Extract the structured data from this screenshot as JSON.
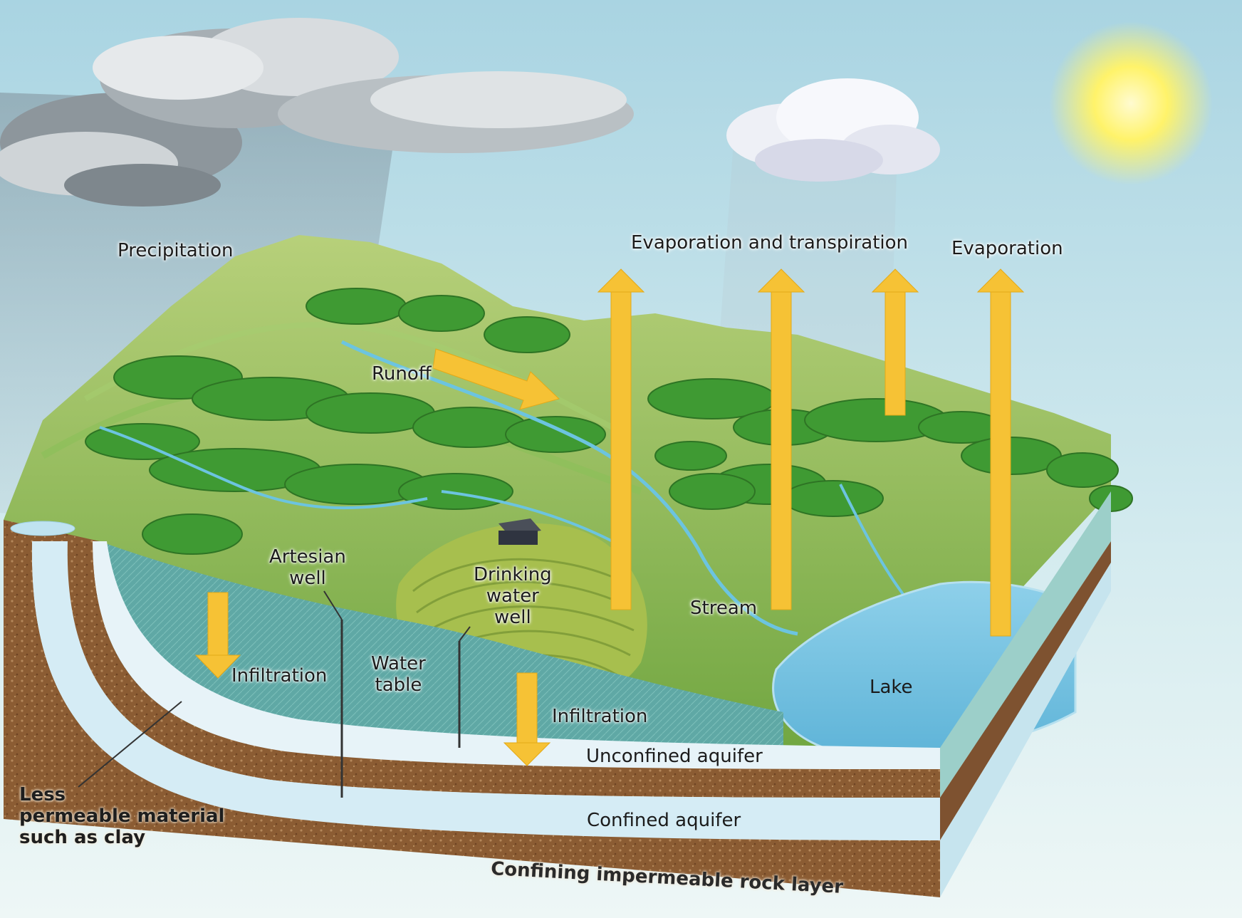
{
  "labels": {
    "precipitation": "Precipitation",
    "evap_transpiration": "Evaporation and transpiration",
    "evaporation": "Evaporation",
    "runoff": "Runoff",
    "artesian_well": [
      "Artesian",
      "well"
    ],
    "drinking_water_well": [
      "Drinking",
      "water",
      "well"
    ],
    "stream": "Stream",
    "lake": "Lake",
    "infiltration_left": "Infiltration",
    "water_table": [
      "Water",
      "table"
    ],
    "infiltration_right": "Infiltration",
    "unconfined_aquifer": "Unconfined aquifer",
    "confined_aquifer": "Confined aquifer",
    "less_permeable": [
      "Less",
      "permeable material",
      "such as clay"
    ],
    "confining_layer": "Confining impermeable rock layer"
  },
  "colors": {
    "sky_top": "#a9d4e2",
    "sky_bottom": "#e8f4f4",
    "sun": "#fff46a",
    "arrow": "#f6c235",
    "grass": "#7fb34a",
    "tree": "#3f9a33",
    "groundwater": "#5fa9a6",
    "aquifer": "#d9eef6",
    "soil": "#8a5a32",
    "lake": "#7cc6e2"
  }
}
